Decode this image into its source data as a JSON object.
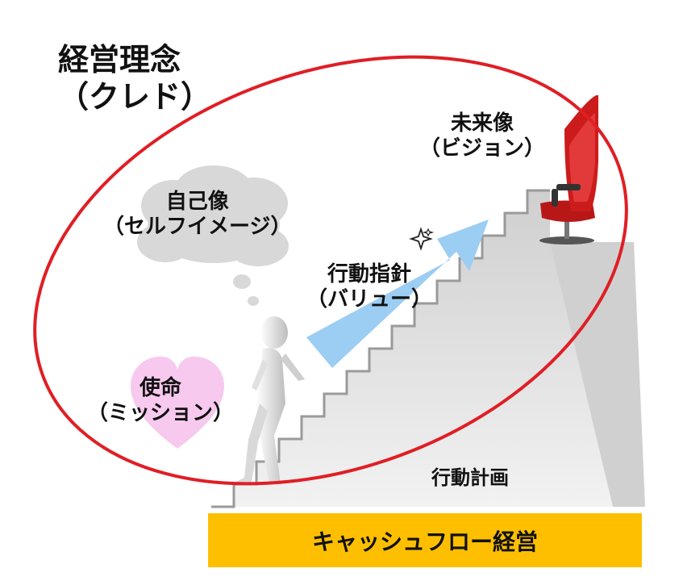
{
  "title": {
    "line1": "経営理念",
    "line2": "（クレド）"
  },
  "vision": {
    "line1": "未来像",
    "line2": "（ビジョン）"
  },
  "self_image": {
    "line1": "自己像",
    "line2": "（セルフイメージ）"
  },
  "values": {
    "line1": "行動指針",
    "line2": "（バリュー）"
  },
  "mission": {
    "line1": "使命",
    "line2": "（ミッション）"
  },
  "action_plan": "行動計画",
  "foundation": "キャッシュフロー経営",
  "colors": {
    "ellipse": "#e01e25",
    "arrow": "#9ccdf3",
    "heart": "#f7c9ee",
    "cloud": "#d8d8d8",
    "stairs": "#dedede",
    "chair": "#cc1b1b",
    "foundation_bar": "#fdbf00"
  },
  "icons": [
    "walking-person-icon",
    "office-chair-icon",
    "sparkle-icon"
  ]
}
